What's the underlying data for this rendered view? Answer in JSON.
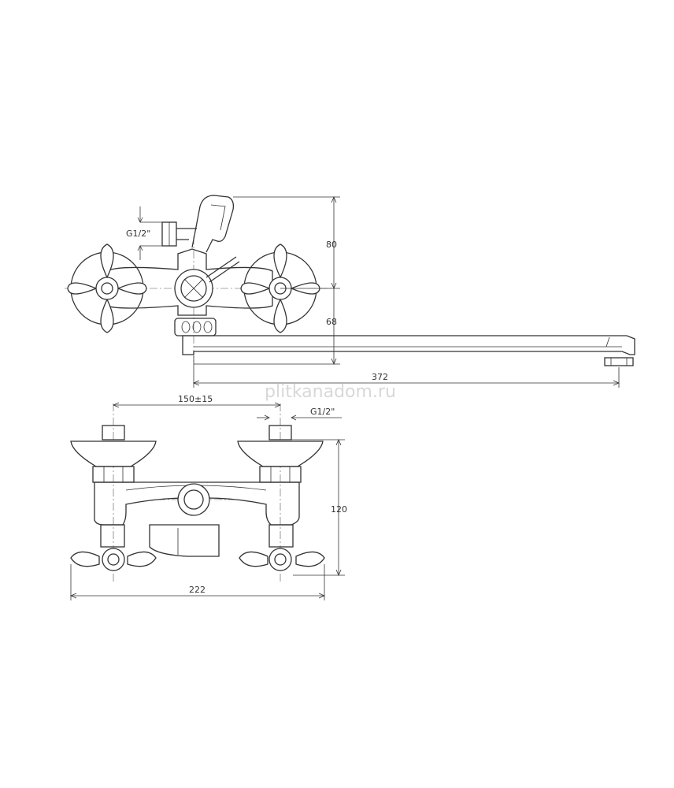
{
  "watermark": "plitkanadom.ru",
  "dimensions": {
    "top_view": {
      "thread": "G1/2\"",
      "height_upper": "80",
      "height_lower": "68",
      "spout_length": "372"
    },
    "front_view": {
      "center_distance": "150±15",
      "thread": "G1/2\"",
      "height": "120",
      "width": "222"
    }
  }
}
